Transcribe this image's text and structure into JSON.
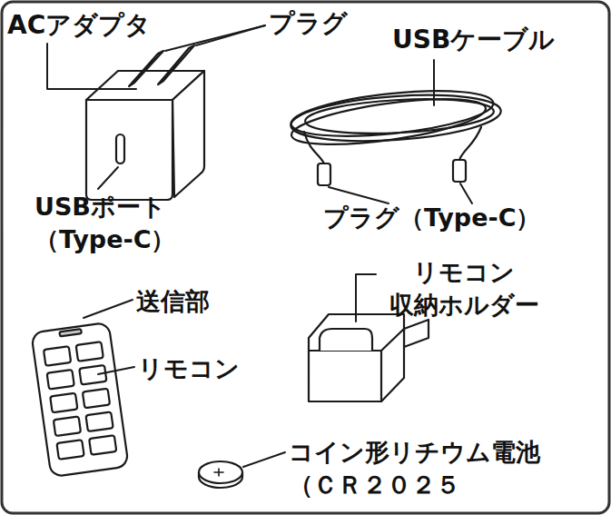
{
  "diagram": {
    "labels": [
      "ACアダプタ",
      "プラグ",
      "USBケーブル",
      "USBポート （Type-C）",
      "プラグ（Type-C）",
      "送信部",
      "リモコン",
      "リモコン 収納ホルダー",
      "コイン形リチウム電池 （ＣＲ２０２５"
    ]
  }
}
